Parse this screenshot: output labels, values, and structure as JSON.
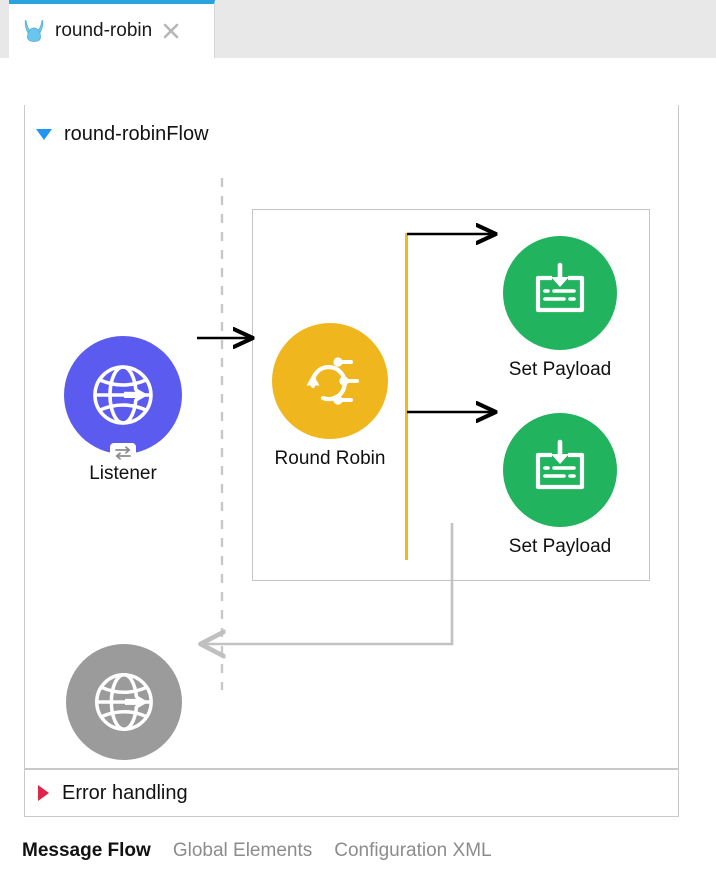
{
  "window": {
    "tab": {
      "label": "round-robin",
      "icon": "mule-icon",
      "close_icon": "close-icon"
    }
  },
  "flow": {
    "title": "round-robinFlow",
    "collapse_icon": "triangle-down-icon",
    "accent_color": "#1a8fd8"
  },
  "error_handling": {
    "label": "Error handling",
    "expand_icon": "triangle-right-icon",
    "triangle_color": "#e0254a"
  },
  "nodes": [
    {
      "id": "listener",
      "label": "Listener",
      "icon": "globe-arrow-icon",
      "badge_icon": "exchange-icon",
      "color": "#5b5bf0"
    },
    {
      "id": "round-robin",
      "label": "Round Robin",
      "icon": "round-robin-icon",
      "color": "#efb71d"
    },
    {
      "id": "set-payload-1",
      "label": "Set Payload",
      "icon": "set-payload-icon",
      "color": "#21b35d"
    },
    {
      "id": "set-payload-2",
      "label": "Set Payload",
      "icon": "set-payload-icon",
      "color": "#21b35d"
    },
    {
      "id": "response",
      "label": "",
      "icon": "globe-arrow-icon",
      "color": "#9b9b9b"
    }
  ],
  "scope": {
    "route_bar_color": "#f0b81f",
    "border_color": "#c5c5c5"
  },
  "bottom_tabs": [
    {
      "label": "Message Flow",
      "active": true
    },
    {
      "label": "Global Elements",
      "active": false
    },
    {
      "label": "Configuration XML",
      "active": false
    }
  ]
}
